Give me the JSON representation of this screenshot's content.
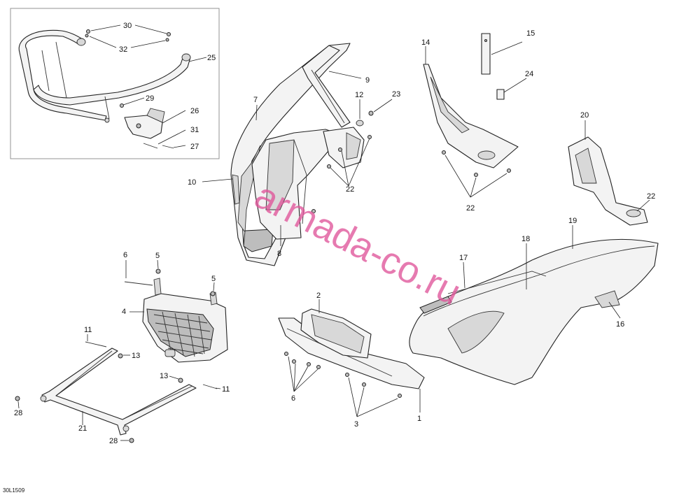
{
  "diagram_code": "30L1509",
  "watermark": "armada-co.ru",
  "callouts": {
    "c1": "1",
    "c2": "2",
    "c3": "3",
    "c4": "4",
    "c5a": "5",
    "c5b": "5",
    "c6a": "6",
    "c6b": "6",
    "c7": "7",
    "c8": "8",
    "c9": "9",
    "c10": "10",
    "c11a": "11",
    "c11b": "11",
    "c12": "12",
    "c13a": "13",
    "c13b": "13",
    "c14": "14",
    "c15": "15",
    "c16": "16",
    "c17": "17",
    "c18": "18",
    "c19": "19",
    "c20": "20",
    "c21": "21",
    "c22a": "22",
    "c22b": "22",
    "c22c": "22",
    "c23": "23",
    "c24": "24",
    "c25": "25",
    "c26": "26",
    "c27": "27",
    "c28a": "28",
    "c28b": "28",
    "c29": "29",
    "c30": "30",
    "c31": "31",
    "c32": "32"
  },
  "colors": {
    "watermark": "#e0559a",
    "line": "#222222",
    "inset_border": "#888888"
  }
}
